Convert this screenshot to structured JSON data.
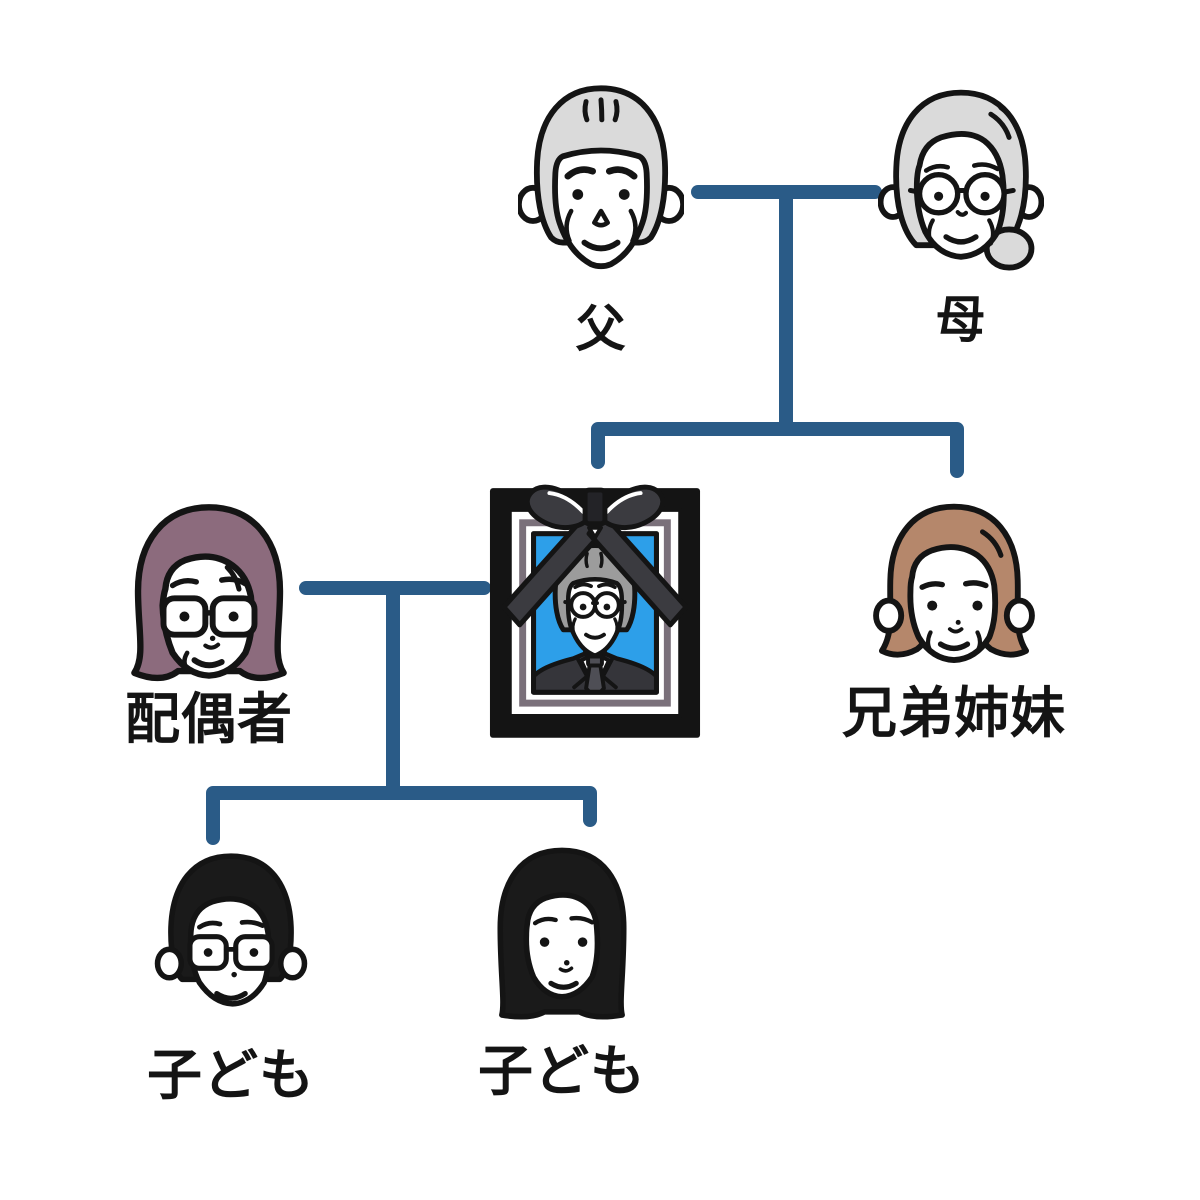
{
  "diagram": {
    "type": "family-tree",
    "background": "#ffffff",
    "connector_color": "#2a5b87",
    "labels": {
      "father": "父",
      "mother": "母",
      "spouse": "配偶者",
      "siblings": "兄弟姉妹",
      "child_1": "子ども",
      "child_2": "子ども"
    },
    "icons": {
      "father": "elderly-man-gray-hair-icon",
      "mother": "elderly-woman-glasses-icon",
      "deceased": "memorial-portrait-black-ribbon-icon",
      "spouse": "woman-glasses-mauve-hair-icon",
      "siblings": "woman-brown-hair-icon",
      "child_1": "young-man-glasses-icon",
      "child_2": "young-woman-black-bob-icon"
    },
    "edges": [
      "father - mother (marriage line)",
      "father+mother -> deceased, siblings (bracket)",
      "spouse - deceased (marriage line)",
      "spouse+deceased -> child_1, child_2 (bracket)"
    ],
    "colors": {
      "background": "#ffffff",
      "outline": "#141414",
      "hair_gray": "#dadada",
      "hair_gray_dark": "#9c9c9c",
      "hair_mauve": "#8c6b7d",
      "hair_brown": "#b5876b",
      "hair_black": "#1a1a1a",
      "photo_blue": "#2d9fe9",
      "ribbon_gray": "#3b3b40",
      "ribbon_knot": "#232327",
      "suit_dark": "#35353a",
      "tie_gray": "#4e4e55",
      "bevel_gray": "#7a707a"
    }
  }
}
